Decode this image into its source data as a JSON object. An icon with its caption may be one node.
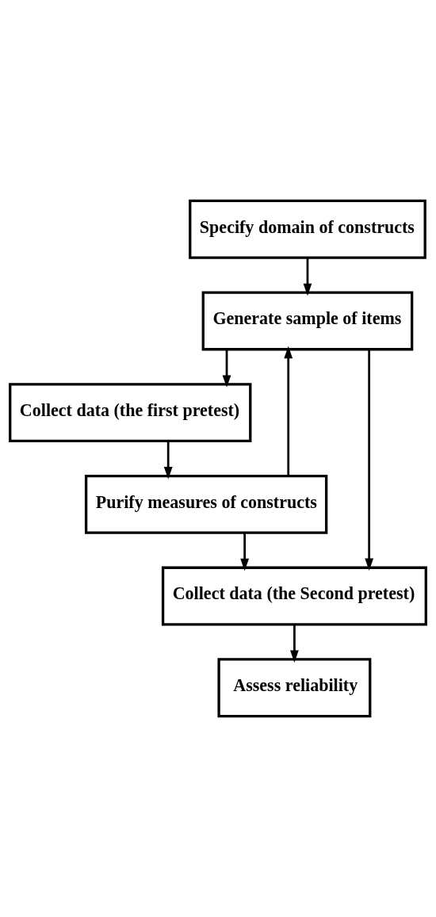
{
  "diagram": {
    "nodes": [
      {
        "text": [
          "Specify domain of constructs"
        ]
      },
      {
        "text": [
          "Generate sample of items"
        ]
      },
      {
        "text": [
          "Collect data (the first pretest)"
        ]
      },
      {
        "text": [
          "Purify measures of constructs"
        ]
      },
      {
        "text": [
          "Collect data (the Second pretest)"
        ]
      },
      {
        "text": [
          "Assess reliability"
        ]
      }
    ],
    "edges": [
      {
        "from": 0,
        "to": 1,
        "arrow": "to"
      },
      {
        "from": 1,
        "to": 2,
        "arrow": "to"
      },
      {
        "from": 2,
        "to": 3,
        "arrow": "to"
      },
      {
        "from": 3,
        "to": 1,
        "arrow": "to"
      },
      {
        "from": 3,
        "to": 4,
        "arrow": "to"
      },
      {
        "from": 1,
        "to": 4,
        "arrow": "to"
      },
      {
        "from": 4,
        "to": 5,
        "arrow": "to"
      }
    ]
  }
}
